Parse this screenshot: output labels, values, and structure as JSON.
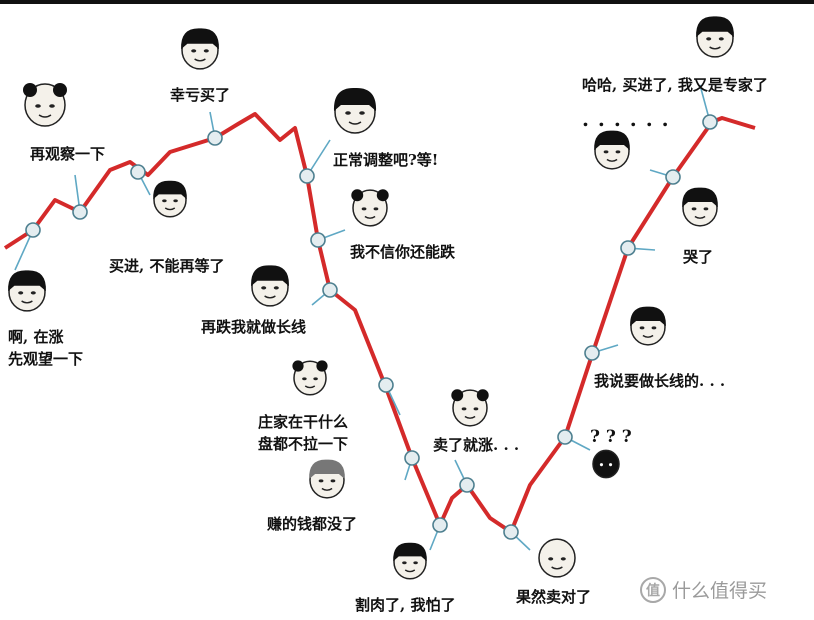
{
  "annotations": {
    "a01": "再观察一下",
    "a02": "幸亏买了",
    "a03": "正常调整吧?等!",
    "a04": "我不信你还能跌",
    "a05": "买进, 不能再等了",
    "a06": "啊, 在涨\n先观望一下",
    "a07": "再跌我就做长线",
    "a08": "庄家在干什么\n盘都不拉一下",
    "a09": "卖了就涨. . .",
    "a10": "赚的钱都没了",
    "a11": "割肉了, 我怕了",
    "a12": "果然卖对了",
    "a13": "? ? ?",
    "a14": "我说要做长线的. . .",
    "a15": "哭了",
    "a16": "哈哈, 买进了, 我又是专家了",
    "a17": ". . . . . ."
  },
  "watermark": {
    "logo_char": "值",
    "text": "什么值得买"
  },
  "colors": {
    "line": "#d42a2a",
    "node_fill": "#e4edf0",
    "node_stroke": "#4d7f8f",
    "pointer": "#5fa8c4"
  },
  "line_label": "stock price rollercoaster (no axes shown)"
}
